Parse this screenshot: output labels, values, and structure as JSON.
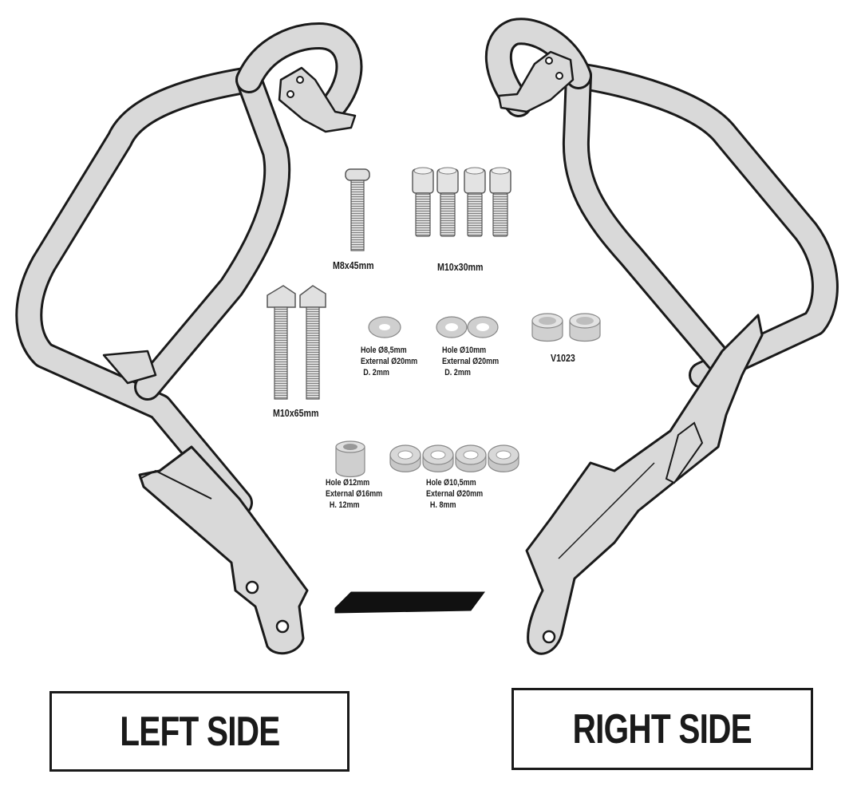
{
  "parts": {
    "bolt_m8x45": "M8x45mm",
    "bolt_m10x30": "M10x30mm",
    "bolt_m10x65": "M10x65mm",
    "spacer_v1023": "V1023",
    "washer_85": [
      "Hole Ø8,5mm",
      "External Ø20mm",
      "D. 2mm"
    ],
    "washer_10": [
      "Hole Ø10mm",
      "External Ø20mm",
      "D. 2mm"
    ],
    "spacer_12": [
      "Hole Ø12mm",
      "External Ø16mm",
      "H. 12mm"
    ],
    "spacer_105": [
      "Hole Ø10,5mm",
      "External Ø20mm",
      "H. 8mm"
    ]
  },
  "sides": {
    "left": "LEFT SIDE",
    "right": "RIGHT SIDE"
  },
  "colors": {
    "part_fill": "#d9d9d9",
    "outline": "#1a1a1a",
    "pad": "#111111"
  }
}
